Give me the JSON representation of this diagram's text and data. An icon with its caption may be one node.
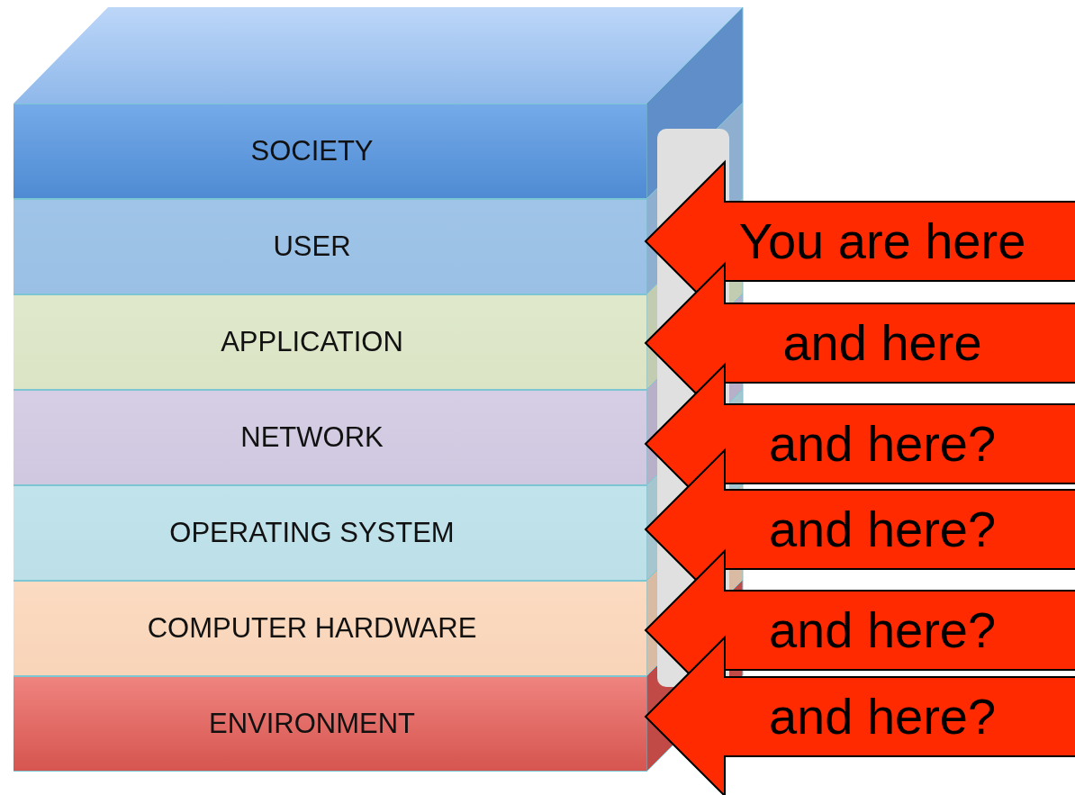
{
  "diagram": {
    "nodes": [
      {
        "text": [
          "SOCIETY"
        ]
      },
      {
        "text": [
          "USER"
        ]
      },
      {
        "text": [
          "APPLICATION"
        ]
      },
      {
        "text": [
          "NETWORK"
        ]
      },
      {
        "text": [
          "OPERATING SYSTEM"
        ]
      },
      {
        "text": [
          "COMPUTER HARDWARE"
        ]
      },
      {
        "text": [
          "ENVIRONMENT"
        ]
      },
      {
        "text": [
          "You are here"
        ]
      },
      {
        "text": [
          "and here"
        ]
      },
      {
        "text": [
          "and here?"
        ]
      },
      {
        "text": [
          "and here?"
        ]
      },
      {
        "text": [
          "and here?"
        ]
      },
      {
        "text": [
          "and here?"
        ]
      }
    ]
  }
}
